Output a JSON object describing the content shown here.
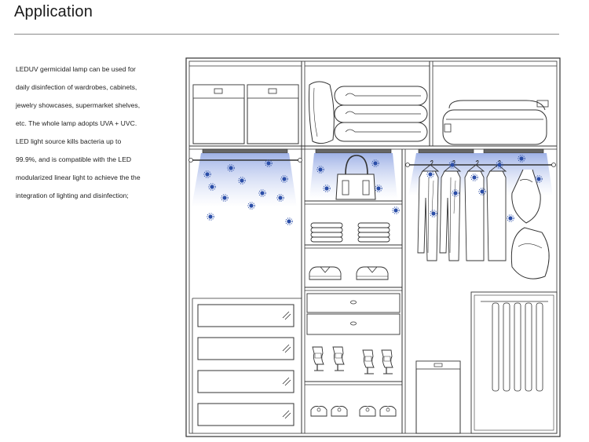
{
  "heading": "Application",
  "description": [
    " LEDUV germicidal lamp can be used for",
    "daily disinfection of wardrobes, cabinets,",
    "jewelry showcases, supermarket shelves,",
    "etc. The whole lamp adopts UVA + UVC.",
    "LED light source kills bacteria up to",
    "99.9%, and is compatible with the LED",
    "modularized  linear light to achieve the the",
    "integration of lighting and disinfection;"
  ],
  "colors": {
    "line": "#333333",
    "uv_glow": "#9fb2e6",
    "bacteria": "#2b4ea8",
    "rule": "#8a8a8a"
  },
  "icons": [
    "bacteria-icon",
    "uv-lamp-icon",
    "handbag-icon",
    "shirt-icon",
    "shoe-icon",
    "coat-icon",
    "suitcase-icon"
  ]
}
